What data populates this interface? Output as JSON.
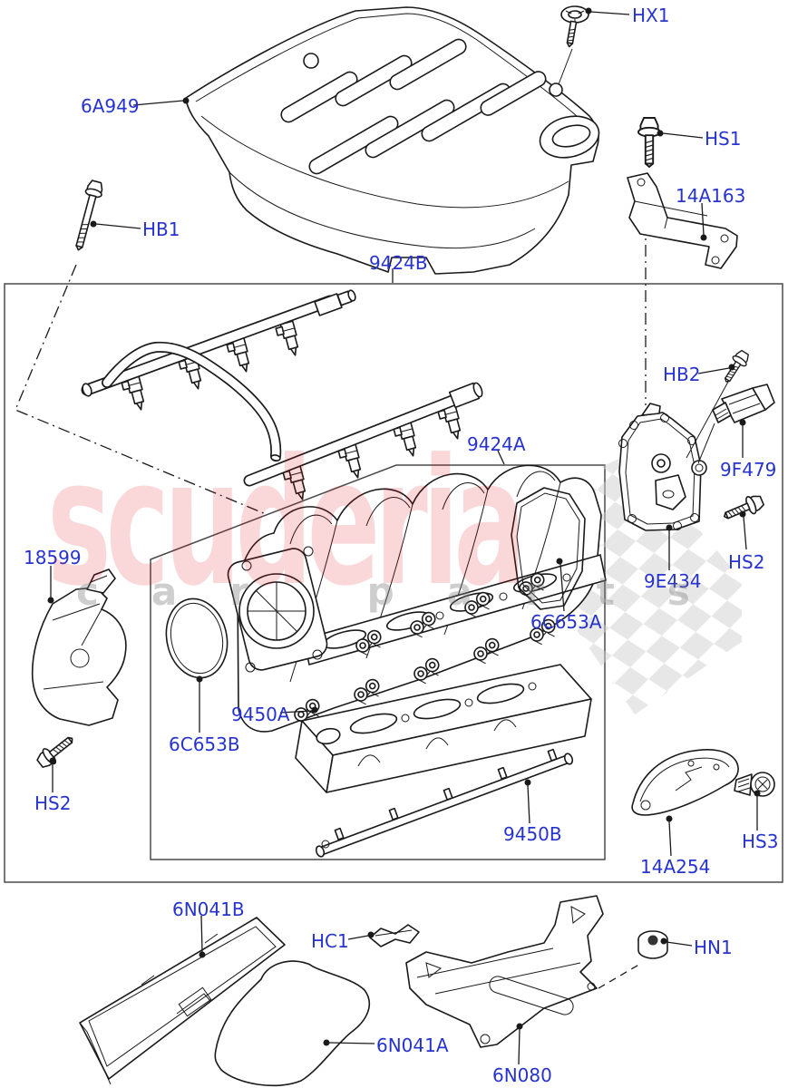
{
  "diagram": {
    "watermark": {
      "brand": "scuderia",
      "sub": "car parts"
    },
    "labels": [
      {
        "id": "HX1",
        "text": "HX1"
      },
      {
        "id": "6A949",
        "text": "6A949"
      },
      {
        "id": "HS1",
        "text": "HS1"
      },
      {
        "id": "14A163",
        "text": "14A163"
      },
      {
        "id": "HB1",
        "text": "HB1"
      },
      {
        "id": "9424B",
        "text": "9424B"
      },
      {
        "id": "HB2",
        "text": "HB2"
      },
      {
        "id": "9424A",
        "text": "9424A"
      },
      {
        "id": "9F479",
        "text": "9F479"
      },
      {
        "id": "HS2-right",
        "text": "HS2"
      },
      {
        "id": "9E434",
        "text": "9E434"
      },
      {
        "id": "18599",
        "text": "18599"
      },
      {
        "id": "6C653A",
        "text": "6C653A"
      },
      {
        "id": "9450A",
        "text": "9450A"
      },
      {
        "id": "6C653B",
        "text": "6C653B"
      },
      {
        "id": "HS2-left",
        "text": "HS2"
      },
      {
        "id": "9450B",
        "text": "9450B"
      },
      {
        "id": "14A254",
        "text": "14A254"
      },
      {
        "id": "HS3",
        "text": "HS3"
      },
      {
        "id": "6N041B",
        "text": "6N041B"
      },
      {
        "id": "HC1",
        "text": "HC1"
      },
      {
        "id": "HN1",
        "text": "HN1"
      },
      {
        "id": "6N041A",
        "text": "6N041A"
      },
      {
        "id": "6N080",
        "text": "6N080"
      }
    ],
    "colors": {
      "label_blue": "#2633cf",
      "line_dark": "#1a1a1a",
      "watermark_red": "#e20a16",
      "checker_gray": "#cfcfcf"
    }
  }
}
